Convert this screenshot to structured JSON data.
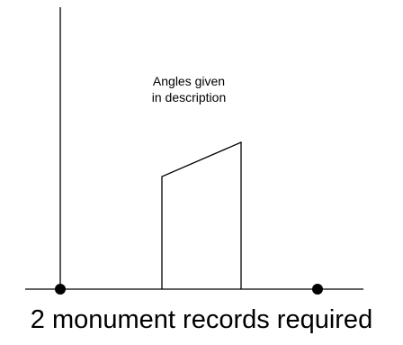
{
  "annotation": {
    "line1": "Angles given",
    "line2": "in description"
  },
  "caption": "2 monument records required",
  "colors": {
    "stroke": "#000000",
    "background": "#ffffff"
  }
}
